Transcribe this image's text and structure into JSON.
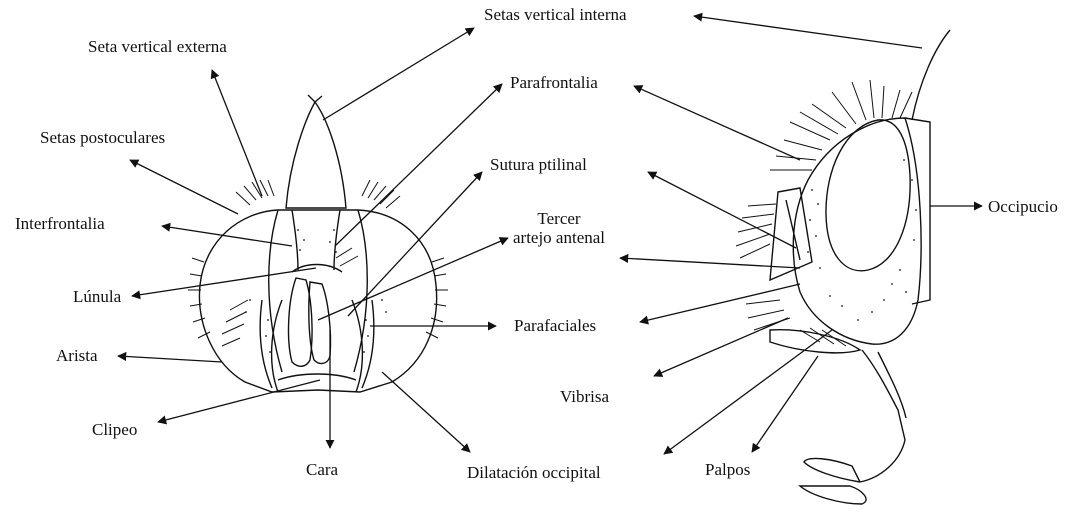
{
  "diagram": {
    "colors": {
      "ink": "#111111",
      "background": "#ffffff"
    },
    "labels": {
      "seta_vertical_externa": "Seta vertical externa",
      "setas_vertical_interna": "Setas vertical interna",
      "setas_postoculares": "Setas postoculares",
      "parafrontalia": "Parafrontalia",
      "interfrontalia": "Interfrontalia",
      "sutura_ptilinal": "Sutura ptilinal",
      "tercer_artejo_antenal_line1": "Tercer",
      "tercer_artejo_antenal_line2": "artejo antenal",
      "lunula": "Lúnula",
      "occipucio": "Occipucio",
      "arista": "Arista",
      "parafaciales": "Parafaciales",
      "vibrisa": "Vibrisa",
      "clipeo": "Clipeo",
      "cara": "Cara",
      "dilatacion_occipital": "Dilatación occipital",
      "palpos": "Palpos"
    }
  }
}
